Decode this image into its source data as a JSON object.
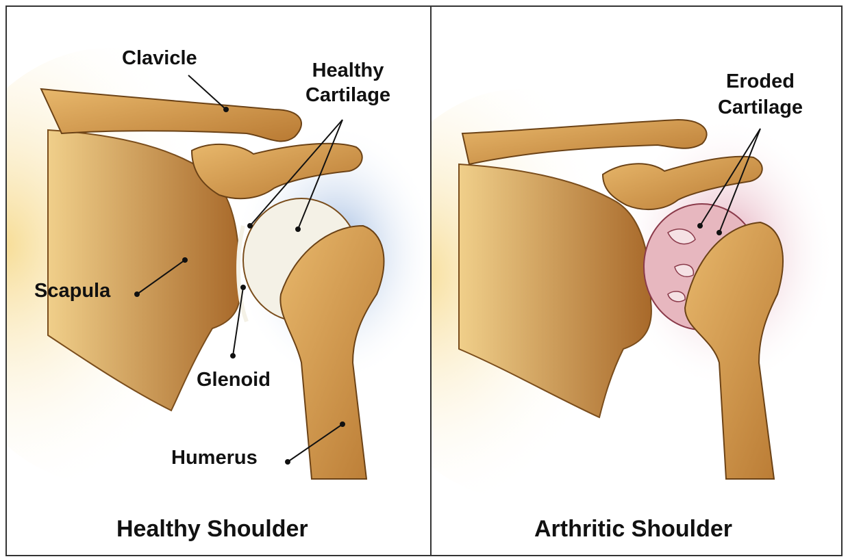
{
  "left": {
    "caption": "Healthy Shoulder",
    "labels": {
      "clavicle": "Clavicle",
      "cartilage_line1": "Healthy",
      "cartilage_line2": "Cartilage",
      "scapula": "Scapula",
      "glenoid": "Glenoid",
      "humerus": "Humerus"
    }
  },
  "right": {
    "caption": "Arthritic Shoulder",
    "labels": {
      "cartilage_line1": "Eroded",
      "cartilage_line2": "Cartilage"
    }
  },
  "colors": {
    "bone": "#d9a45a",
    "bone_dark": "#8a5a22",
    "healthy_glow": "#7fa3d6",
    "arthritic_glow": "#d98aa0",
    "cartilage_healthy": "#f4f1e6",
    "cartilage_eroded": "#e7b7bf"
  }
}
